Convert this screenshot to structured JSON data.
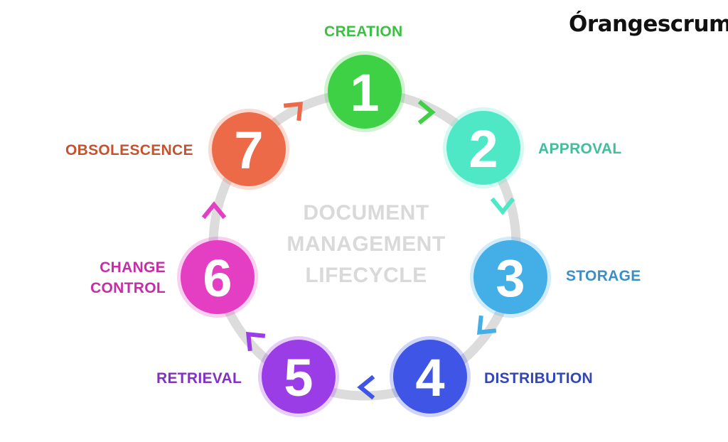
{
  "brand": {
    "name": "Órangescrum",
    "dot": ".",
    "dot_color": "#f5821f"
  },
  "center_title": [
    "DOCUMENT",
    "MANAGEMENT",
    "LIFECYCLE"
  ],
  "stages": [
    {
      "number": "1",
      "label": [
        "CREATION"
      ],
      "color": "#3ed045",
      "label_color": "#3cbf44",
      "icon": "chevron-right-icon"
    },
    {
      "number": "2",
      "label": [
        "APPROVAL"
      ],
      "color": "#4ee8c6",
      "label_color": "#3fbf9c",
      "icon": "chevron-down-icon"
    },
    {
      "number": "3",
      "label": [
        "STORAGE"
      ],
      "color": "#44aee6",
      "label_color": "#3a8fc8",
      "icon": "chevron-down-icon"
    },
    {
      "number": "4",
      "label": [
        "DISTRIBUTION"
      ],
      "color": "#3e55e6",
      "label_color": "#3346b5",
      "icon": "chevron-left-icon"
    },
    {
      "number": "5",
      "label": [
        "RETRIEVAL"
      ],
      "color": "#9a3de6",
      "label_color": "#8232c2",
      "icon": "chevron-left-icon"
    },
    {
      "number": "6",
      "label": [
        "CHANGE",
        "CONTROL"
      ],
      "color": "#e43fc3",
      "label_color": "#c42ea6",
      "icon": "chevron-up-icon"
    },
    {
      "number": "7",
      "label": [
        "OBSOLESCENCE"
      ],
      "color": "#ec6a48",
      "label_color": "#c4532f",
      "icon": "chevron-up-icon"
    }
  ],
  "ring_color": "#dcdcdc"
}
